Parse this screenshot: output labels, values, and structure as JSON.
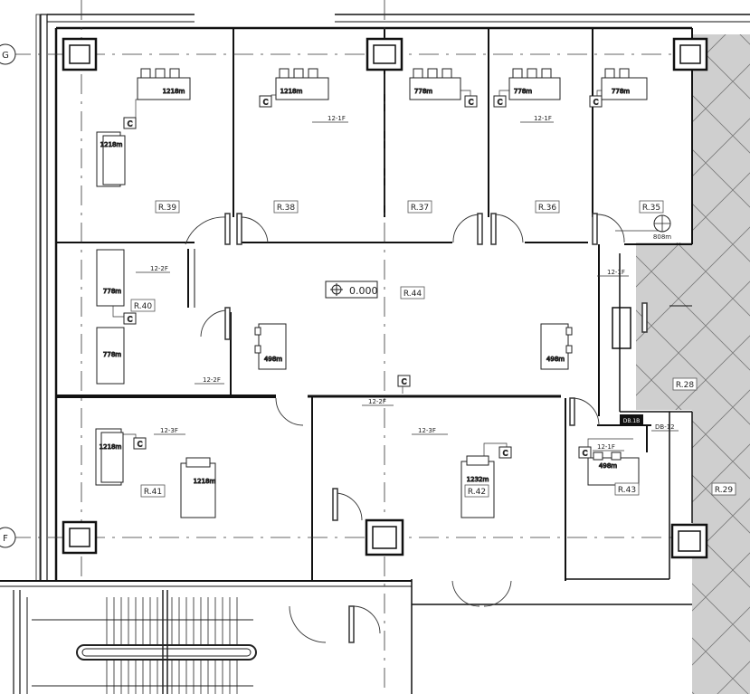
{
  "axes": {
    "g": "G",
    "f": "F"
  },
  "rooms": {
    "r39": "R.39",
    "r38": "R.38",
    "r37": "R.37",
    "r36": "R.36",
    "r35": "R.35",
    "r40": "R.40",
    "r44": "R.44",
    "r41": "R.41",
    "r42": "R.42",
    "r43": "R.43",
    "r28": "R.28",
    "r29": "R.29"
  },
  "level": "0.000",
  "units": {
    "u1": "1218m",
    "u2": "1218m",
    "u3": "778m",
    "u4": "778m",
    "u5": "778m",
    "u6": "1218m",
    "u7": "778m",
    "u8": "778m",
    "u9": "498m",
    "u10": "498m",
    "u11": "1218m",
    "u12": "1218m",
    "u13": "1232m",
    "u14": "498m",
    "u15": "808m"
  },
  "circuits": {
    "c1": "12-1F",
    "c2": "12-1F",
    "c3": "12-2F",
    "c4": "12-1F",
    "c5": "12-2F",
    "c6": "12-3F",
    "c7": "12-2F",
    "c8": "12-3F",
    "c9": "12-1F",
    "c10": "DB-12"
  },
  "fixture_letter": "C",
  "panel_label": "DB.1B"
}
